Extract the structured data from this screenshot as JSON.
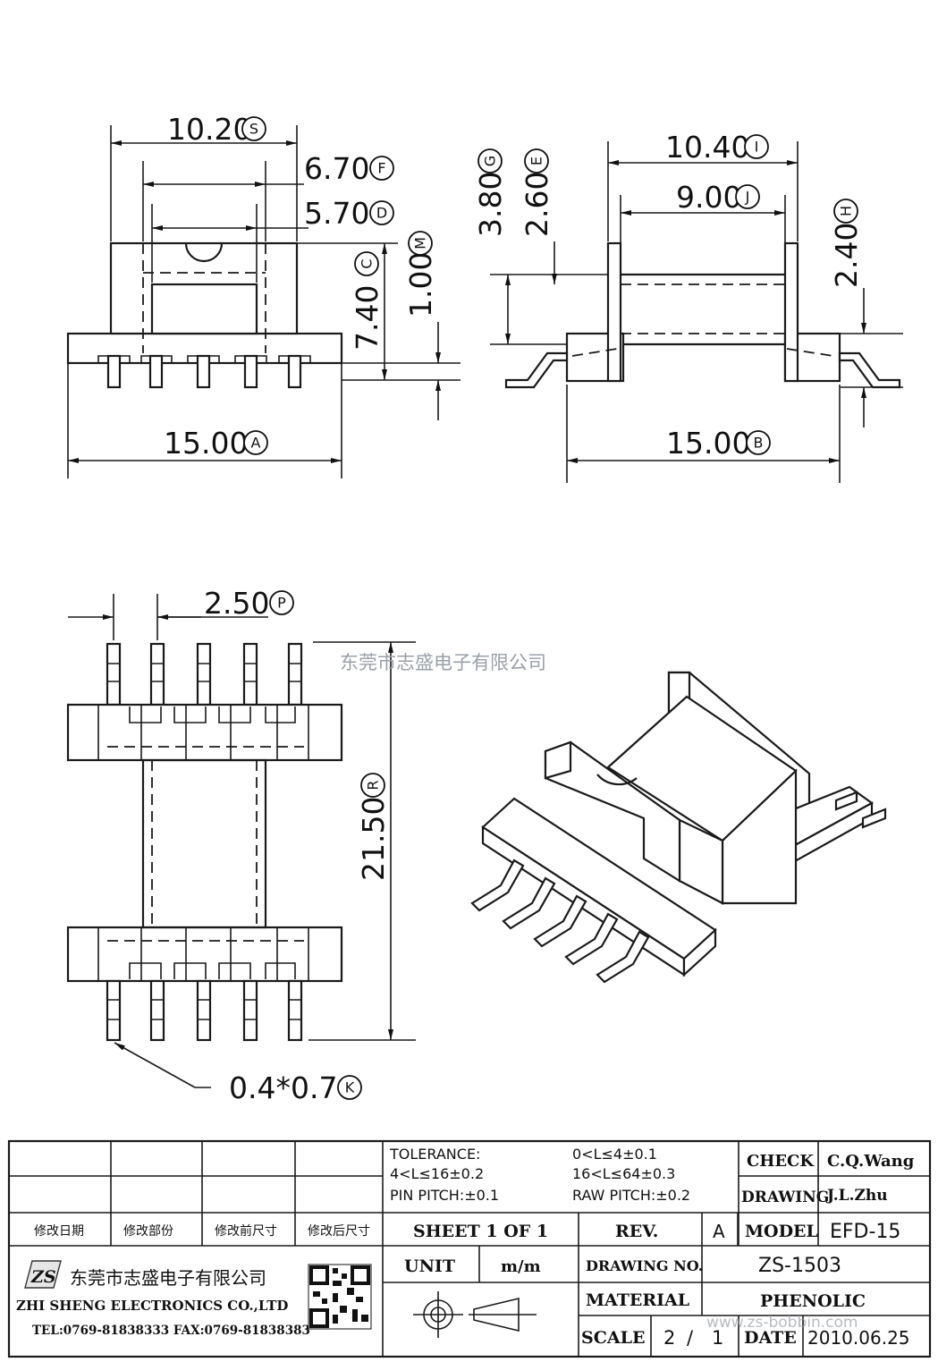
{
  "dimensions": {
    "d10_20": {
      "value": "10.20",
      "tag": "S"
    },
    "d6_70": {
      "value": "6.70",
      "tag": "F"
    },
    "d5_70": {
      "value": "5.70",
      "tag": "D"
    },
    "d7_40": {
      "value": "7.40",
      "tag": "C"
    },
    "d1_00": {
      "value": "1.00",
      "tag": "M"
    },
    "d15_00a": {
      "value": "15.00",
      "tag": "A"
    },
    "d3_80": {
      "value": "3.80",
      "tag": "G"
    },
    "d2_60": {
      "value": "2.60",
      "tag": "E"
    },
    "d10_40": {
      "value": "10.40",
      "tag": "I"
    },
    "d9_00": {
      "value": "9.00",
      "tag": "J"
    },
    "d2_40": {
      "value": "2.40",
      "tag": "H"
    },
    "d15_00b": {
      "value": "15.00",
      "tag": "B"
    },
    "d2_50": {
      "value": "2.50",
      "tag": "P"
    },
    "d21_50": {
      "value": "21.50",
      "tag": "R"
    },
    "d0_4": {
      "value": "0.4*0.7",
      "tag": "K"
    }
  },
  "watermark_company": "东莞市志盛电子有限公司",
  "watermark_url": "www.zs-bobbin.com",
  "title_block": {
    "tolerance_label": "TOLERANCE:",
    "tol1": "0<L≤4±0.1",
    "tol2": "4<L≤16±0.2",
    "tol3": "16<L≤64±0.3",
    "pin_pitch": "PIN PITCH:±0.1",
    "raw_pitch": "RAW PITCH:±0.2",
    "check_label": "CHECK",
    "check_value": "C.Q.Wang",
    "drawing_label": "DRAWING",
    "drawing_value": "J.L.Zhu",
    "rev_cols": [
      "修改日期",
      "修改部份",
      "修改前尺寸",
      "修改后尺寸"
    ],
    "sheet": "SHEET  1  OF  1",
    "rev_label": "REV.",
    "rev_value": "A",
    "model_label": "MODEL",
    "model_value": "EFD-15",
    "company_cn": "东莞市志盛电子有限公司",
    "company_en": "ZHI SHENG  ELECTRONICS CO.,LTD",
    "phone": "TEL:0769-81838333 FAX:0769-81838383",
    "logo": "ZS",
    "unit_label": "UNIT",
    "unit_value": "m/m",
    "drawing_no_label": "DRAWING  NO.",
    "drawing_no_value": "ZS-1503",
    "material_label": "MATERIAL",
    "material_value": "PHENOLIC",
    "scale_label": "SCALE",
    "scale_num": "2",
    "scale_sep": "/",
    "scale_den": "1",
    "date_label": "DATE",
    "date_value": "2010.06.25"
  },
  "icons": [
    "projection-symbol-icon",
    "qr-code-icon",
    "zs-logo-icon"
  ]
}
